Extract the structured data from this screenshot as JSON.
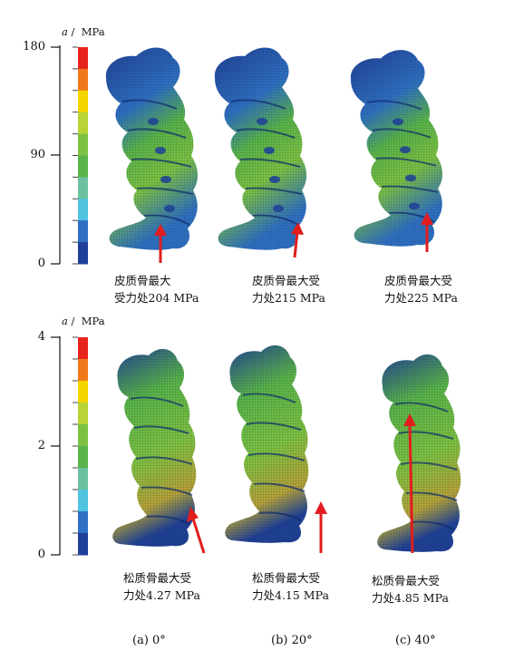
{
  "colorbar_top": {
    "unit_symbol": "a",
    "unit_sep": "/",
    "unit": "MPa",
    "ticks": [
      "180",
      "90",
      "0"
    ]
  },
  "colorbar_bottom": {
    "unit_symbol": "a",
    "unit_sep": "/",
    "unit": "MPa",
    "ticks": [
      "4",
      "2",
      "0"
    ]
  },
  "colors": [
    "#e8231e",
    "#f07a1a",
    "#f5d400",
    "#b7d334",
    "#7ec243",
    "#5ab44a",
    "#6cc1a0",
    "#4fc3df",
    "#2f6fc4",
    "#1f3f98"
  ],
  "top_row": [
    {
      "line1": "皮质骨最大",
      "line2": "受力处204 MPa"
    },
    {
      "line1": "皮质骨最大受",
      "line2": "力处215 MPa"
    },
    {
      "line1": "皮质骨最大受",
      "line2": "力处225 MPa"
    }
  ],
  "bottom_row": [
    {
      "line1": "松质骨最大受",
      "line2": "力处4.27 MPa"
    },
    {
      "line1": "松质骨最大受",
      "line2": "力处4.15 MPa"
    },
    {
      "line1": "松质骨最大受",
      "line2": "力处4.85 MPa"
    }
  ],
  "subfigures": [
    {
      "label": "(a) 0°"
    },
    {
      "label": "(b) 20°"
    },
    {
      "label": "(c) 40°"
    }
  ]
}
